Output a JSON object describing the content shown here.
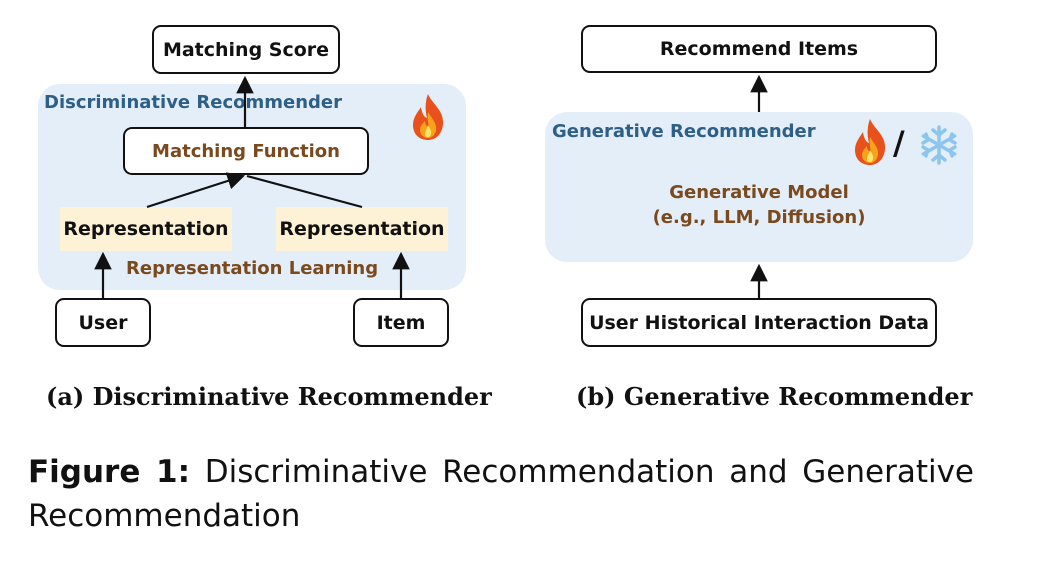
{
  "left": {
    "panel_label": "Discriminative Recommender",
    "matching_score": "Matching Score",
    "matching_function": "Matching Function",
    "representation_user": "Representation",
    "representation_item": "Representation",
    "representation_learning": "Representation Learning",
    "user": "User",
    "item": "Item",
    "caption": "(a) Discriminative Recommender",
    "icons": [
      "fire-icon"
    ]
  },
  "right": {
    "panel_label": "Generative Recommender",
    "recommend_items": "Recommend Items",
    "model_line1": "Generative Model",
    "model_line2": "(e.g., LLM, Diffusion)",
    "icon_separator": "/",
    "input": "User Historical Interaction Data",
    "caption": "(b) Generative Recommender",
    "icons": [
      "fire-icon",
      "snowflake-icon"
    ]
  },
  "figure": {
    "label": "Figure 1:",
    "text": "Discriminative Recommendation and Generative Recommendation"
  },
  "colors": {
    "panel_bg": "#e4eef9",
    "representation_bg": "#fdf2d6",
    "panel_label": "#2e5f86",
    "brown_text": "#7a4a1e"
  }
}
